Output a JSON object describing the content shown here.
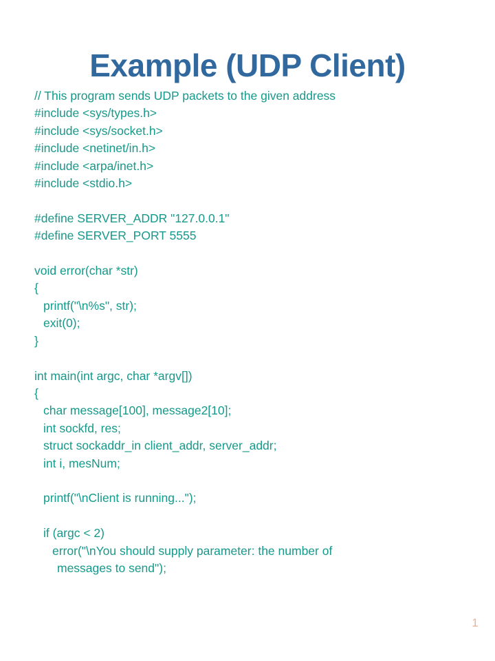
{
  "slide": {
    "title": "Example (UDP Client)",
    "page_number": "1",
    "colors": {
      "title": "#31689e",
      "code": "#15998a",
      "page_number": "#e7b49a",
      "background": "#ffffff"
    }
  },
  "code": {
    "language": "c",
    "lines": [
      {
        "text": "// This program sends UDP packets to the given address",
        "indent": 0
      },
      {
        "text": "#include <sys/types.h>",
        "indent": 0
      },
      {
        "text": "#include <sys/socket.h>",
        "indent": 0
      },
      {
        "text": "#include <netinet/in.h>",
        "indent": 0
      },
      {
        "text": "#include <arpa/inet.h>",
        "indent": 0
      },
      {
        "text": "#include <stdio.h>",
        "indent": 0
      },
      {
        "text": "",
        "indent": 0
      },
      {
        "text": "#define SERVER_ADDR \"127.0.0.1\"",
        "indent": 0
      },
      {
        "text": "#define SERVER_PORT 5555",
        "indent": 0
      },
      {
        "text": "",
        "indent": 0
      },
      {
        "text": "void error(char *str)",
        "indent": 0
      },
      {
        "text": "{",
        "indent": 0
      },
      {
        "text": "printf(\"\\n%s\", str);",
        "indent": 1
      },
      {
        "text": "exit(0);",
        "indent": 1
      },
      {
        "text": "}",
        "indent": 0
      },
      {
        "text": "",
        "indent": 0
      },
      {
        "text": "int main(int argc, char *argv[])",
        "indent": 0
      },
      {
        "text": "{",
        "indent": 0
      },
      {
        "text": "char message[100], message2[10];",
        "indent": 1
      },
      {
        "text": "int sockfd, res;",
        "indent": 1
      },
      {
        "text": "struct sockaddr_in client_addr, server_addr;",
        "indent": 1
      },
      {
        "text": "int i, mesNum;",
        "indent": 1
      },
      {
        "text": "",
        "indent": 0
      },
      {
        "text": "printf(\"\\nClient is running...\");",
        "indent": 1
      },
      {
        "text": "",
        "indent": 0
      },
      {
        "text": "if (argc < 2)",
        "indent": 1
      },
      {
        "text": "error(\"\\nYou should supply parameter: the number of",
        "indent": 2
      },
      {
        "text": "messages to send\");",
        "indent": 3
      }
    ]
  }
}
